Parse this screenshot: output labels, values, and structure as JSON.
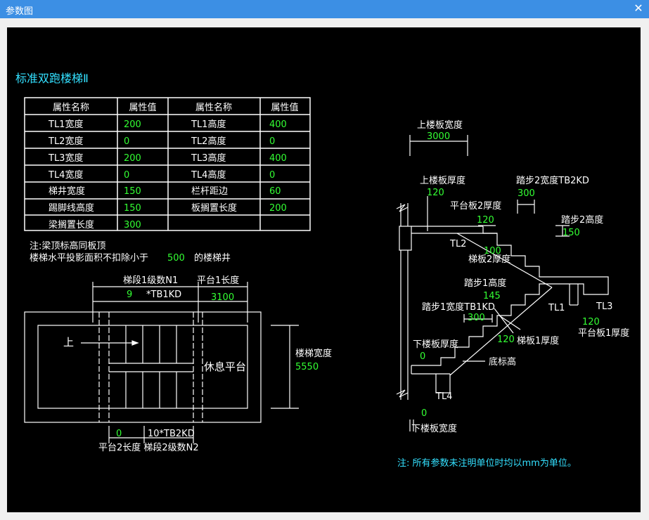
{
  "window": {
    "title": "参数图",
    "close_glyph": "✕"
  },
  "heading": "标准双跑楼梯Ⅱ",
  "table": {
    "headers": [
      "属性名称",
      "属性值",
      "属性名称",
      "属性值"
    ],
    "rows": [
      [
        "TL1宽度",
        "200",
        "TL1高度",
        "400"
      ],
      [
        "TL2宽度",
        "0",
        "TL2高度",
        "0"
      ],
      [
        "TL3宽度",
        "200",
        "TL3高度",
        "400"
      ],
      [
        "TL4宽度",
        "0",
        "TL4高度",
        "0"
      ],
      [
        "梯井宽度",
        "150",
        "栏杆距边",
        "60"
      ],
      [
        "踢脚线高度",
        "150",
        "板搁置长度",
        "200"
      ],
      [
        "梁搁置长度",
        "300",
        "",
        ""
      ]
    ]
  },
  "notes": {
    "line1": "注:梁顶标高同板顶",
    "line2_prefix": "楼梯水平投影面积不扣除小于",
    "line2_value": "500",
    "line2_suffix": "的楼梯井"
  },
  "plan": {
    "seg1_label": "梯段1级数N1",
    "seg1_value": "9",
    "seg1_suffix": "*TB1KD",
    "plat1_label": "平台1长度",
    "plat1_value": "3100",
    "up_label": "上",
    "rest_label": "休息平台",
    "width_label": "楼梯宽度",
    "width_value": "5550",
    "plat2_value": "0",
    "seg2_value": "10*TB2KD",
    "bottom_label": "平台2长度 梯段2级数N2"
  },
  "section": {
    "top_width_label": "上楼板宽度",
    "top_width_value": "3000",
    "top_thick_label": "上楼板厚度",
    "top_thick_value": "120",
    "step2_width_label": "踏步2宽度TB2KD",
    "step2_width_value": "300",
    "plat2_thick_label": "平台板2厚度",
    "plat2_thick_value": "120",
    "step2_height_label": "踏步2高度",
    "step2_height_value": "150",
    "tl2": "TL2",
    "slab2_value": "100",
    "slab2_label": "梯板2厚度",
    "step1_height_label": "踏步1高度",
    "step1_height_value": "145",
    "tl1": "TL1",
    "tl3": "TL3",
    "step1_width_label": "踏步1宽度TB1KD",
    "step1_width_value": "300",
    "plat1_thick_value": "120",
    "plat1_thick_label": "平台板1厚度",
    "slab1_value": "120",
    "slab1_label": "梯板1厚度",
    "bottom_thick_label": "下楼板厚度",
    "bottom_thick_value": "0",
    "base_label": "底标高",
    "tl4": "TL4",
    "bottom_width_value": "0",
    "bottom_width_label": "下楼板宽度"
  },
  "footnote": "注: 所有参数未注明单位时均以mm为单位。"
}
